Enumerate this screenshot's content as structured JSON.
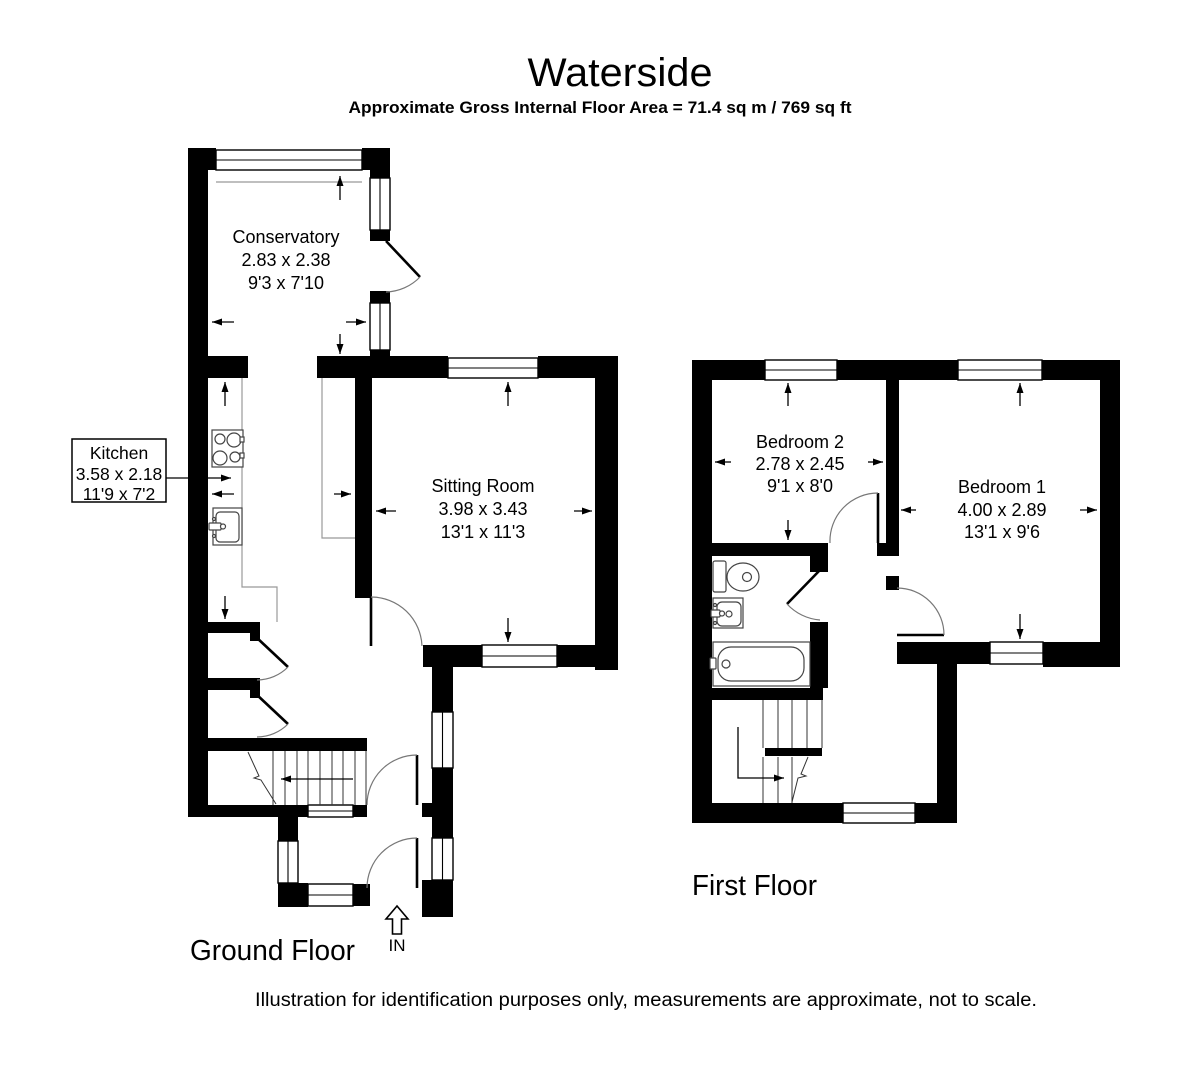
{
  "title": "Waterside",
  "subtitle": "Approximate Gross Internal Floor Area  = 71.4 sq m / 769 sq ft",
  "disclaimer": "Illustration for identification purposes only, measurements are approximate, not to scale.",
  "colors": {
    "wall": "#000000",
    "background": "#ffffff",
    "door_arc": "#777777",
    "counter_line": "#999999",
    "fixture_line": "#444444"
  },
  "ground_floor": {
    "label": "Ground Floor",
    "entrance_label": "IN",
    "rooms": {
      "conservatory": {
        "name": "Conservatory",
        "metric": "2.83 x 2.38",
        "imperial": "9'3 x 7'10"
      },
      "kitchen": {
        "name": "Kitchen",
        "metric": "3.58 x 2.18",
        "imperial": "11'9 x 7'2"
      },
      "sitting_room": {
        "name": "Sitting Room",
        "metric": "3.98 x 3.43",
        "imperial": "13'1 x 11'3"
      }
    }
  },
  "first_floor": {
    "label": "First Floor",
    "rooms": {
      "bedroom_2": {
        "name": "Bedroom 2",
        "metric": "2.78 x 2.45",
        "imperial": "9'1 x 8'0"
      },
      "bedroom_1": {
        "name": "Bedroom 1",
        "metric": "4.00 x 2.89",
        "imperial": "13'1 x 9'6"
      }
    }
  }
}
